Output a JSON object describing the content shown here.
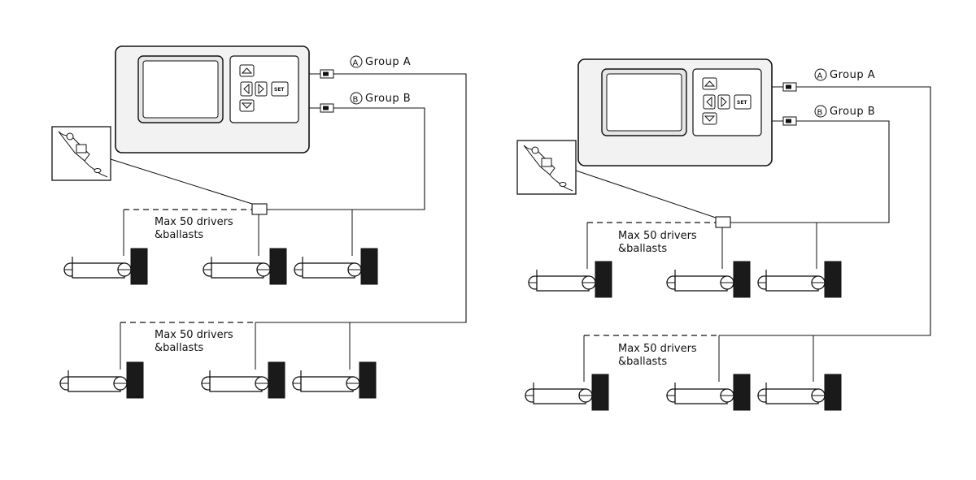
{
  "diagrams": [
    {
      "group_a_label": "Group A",
      "group_b_label": "Group B",
      "group_a_marker": "A",
      "group_b_marker": "B",
      "set_key_label": "SET",
      "branch_top_label_1": "Max 50 drivers",
      "branch_top_label_2": "&ballasts",
      "branch_bottom_label_1": "Max 50 drivers",
      "branch_bottom_label_2": "&ballasts"
    },
    {
      "group_a_label": "Group A",
      "group_b_label": "Group B",
      "group_a_marker": "A",
      "group_b_marker": "B",
      "set_key_label": "SET",
      "branch_top_label_1": "Max 50 drivers",
      "branch_top_label_2": "&ballasts",
      "branch_bottom_label_1": "Max 50 drivers",
      "branch_bottom_label_2": "&ballasts"
    }
  ],
  "colors": {
    "stroke": "#111111",
    "driver_fill": "#1a1a1a",
    "controller_fill": "#f2f2f2",
    "screen_fill": "#e6e6e6"
  }
}
